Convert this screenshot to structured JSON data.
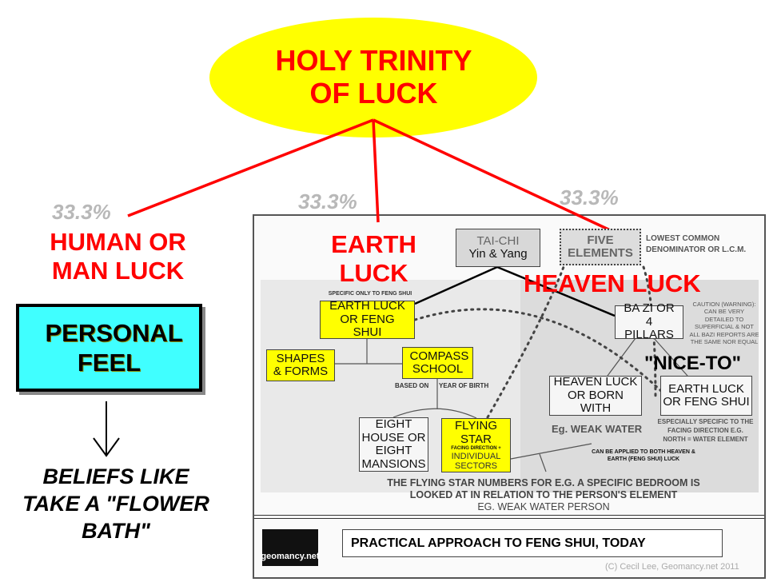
{
  "title": "HOLY TRINITY OF LUCK",
  "percentages": [
    "33.3%",
    "33.3%",
    "33.3%"
  ],
  "human": {
    "label": "HUMAN OR MAN LUCK",
    "personal": "PERSONAL FEEL",
    "beliefs": "BELIEFS LIKE TAKE A \"FLOWER BATH\""
  },
  "earth": {
    "label": "EARTH LUCK",
    "specific_note": "SPECIFIC ONLY TO FENG SHUI",
    "box": "EARTH LUCK OR FENG SHUI",
    "shapes": "SHAPES & FORMS",
    "compass": "COMPASS SCHOOL",
    "based_on": "BASED ON",
    "year_of_birth": "YEAR OF BIRTH",
    "eight_house": "EIGHT HOUSE OR EIGHT MANSIONS",
    "flying_star": "FLYING STAR",
    "facing": "FACING DIRECTION +",
    "sectors": "INDIVIDUAL SECTORS"
  },
  "heaven": {
    "label": "HEAVEN LUCK",
    "taichi_title": "TAI-CHI",
    "taichi_sub": "Yin & Yang",
    "five_elements": "FIVE ELEMENTS",
    "lcm": "LOWEST COMMON DENOMINATOR OR L.C.M.",
    "bazi": "BA ZI OR 4 PILLARS",
    "caution": "CAUTION (WARNING): CAN BE VERY DETAILED TO SUPERFICIAL & NOT ALL BAZI REPORTS ARE THE SAME NOR EQUAL",
    "nice_to": "\"NICE-TO\"",
    "born_with": "HEAVEN LUCK OR BORN WITH",
    "weak_water": "Eg. WEAK WATER",
    "earth_fs": "EARTH LUCK OR FENG SHUI",
    "especially": "ESPECIALLY SPECIFIC TO THE FACING DIRECTION E.G. NORTH = WATER ELEMENT",
    "applied": "CAN BE APPLIED TO BOTH HEAVEN & EARTH (FENG SHUI) LUCK"
  },
  "flying_note": [
    "THE FLYING STAR NUMBERS FOR E.G. A SPECIFIC BEDROOM IS",
    "LOOKED AT IN RELATION TO THE PERSON'S ELEMENT",
    "EG.  WEAK WATER PERSON"
  ],
  "footer": {
    "logo": "geomancy.net",
    "banner": "PRACTICAL APPROACH TO FENG SHUI, TODAY",
    "copyright": "(C) Cecil Lee, Geomancy.net 2011"
  },
  "colors": {
    "yellow": "#ffff00",
    "red": "#ff0000",
    "cyan": "#40ffff"
  }
}
